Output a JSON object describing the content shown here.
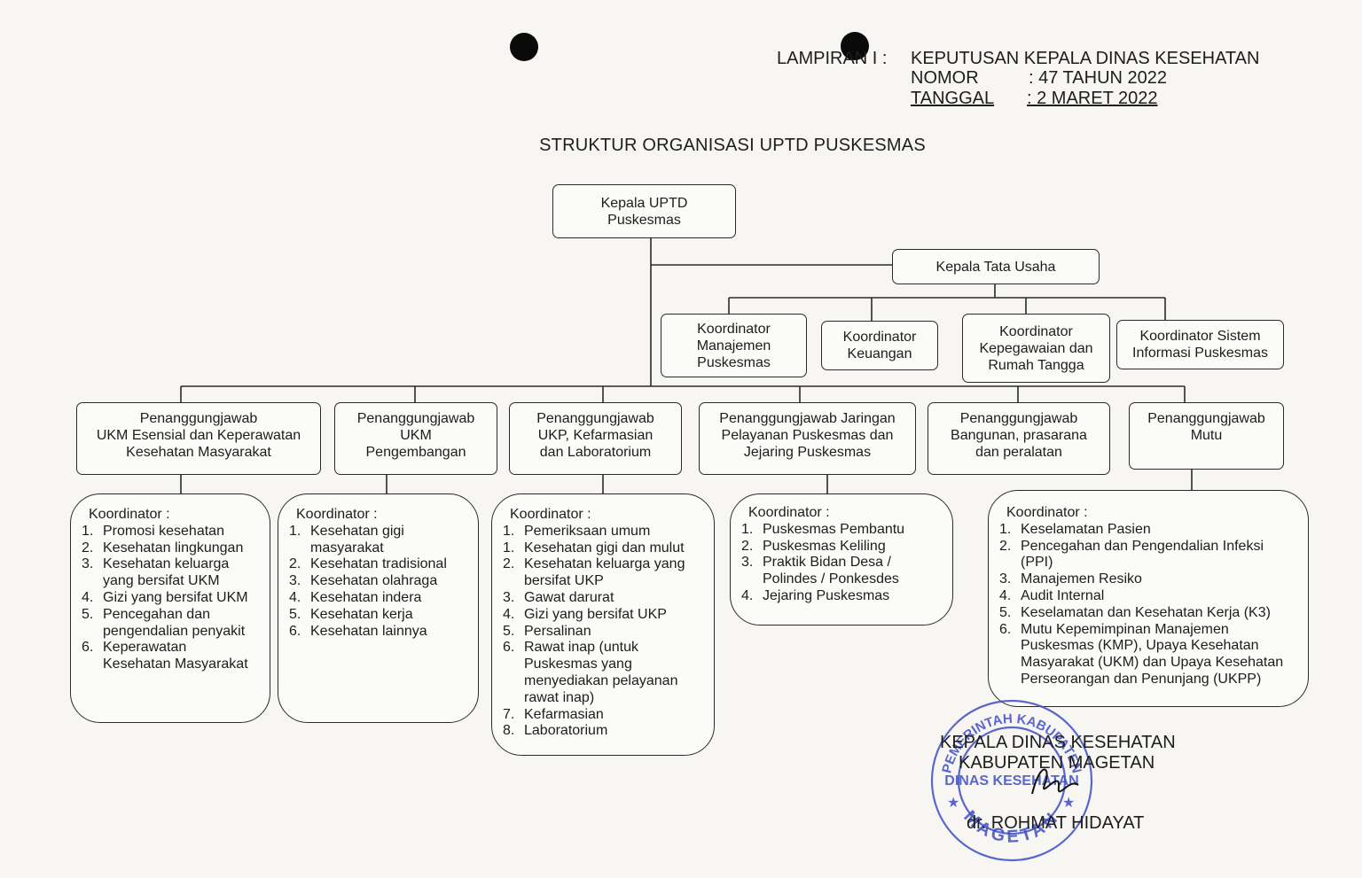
{
  "header": {
    "lampiran_label": "LAMPIRAN I :",
    "lampiran_value": "KEPUTUSAN KEPALA DINAS KESEHATAN",
    "nomor_label": "NOMOR",
    "nomor_value": ": 47 TAHUN 2022",
    "tanggal_label": "TANGGAL",
    "tanggal_value": ": 2  MARET 2022"
  },
  "title": "STRUKTUR ORGANISASI UPTD PUSKESMAS",
  "chart": {
    "head": "Kepala UPTD\nPuskesmas",
    "tata_usaha": "Kepala Tata Usaha",
    "tu_coordinators": [
      "Koordinator\nManajemen\nPuskesmas",
      "Koordinator\nKeuangan",
      "Koordinator\nKepegawaian dan\nRumah Tangga",
      "Koordinator Sistem\nInformasi Puskesmas"
    ],
    "units": [
      {
        "title": "Penanggungjawab\nUKM Esensial dan Keperawatan\nKesehatan Masyarakat",
        "coord_title": "Koordinator :",
        "items": [
          {
            "num": "1.",
            "text": "Promosi kesehatan"
          },
          {
            "num": "2.",
            "text": "Kesehatan lingkungan"
          },
          {
            "num": "3.",
            "text": "Kesehatan keluarga\nyang bersifat UKM"
          },
          {
            "num": "4.",
            "text": "Gizi yang bersifat UKM"
          },
          {
            "num": "5.",
            "text": "Pencegahan dan\npengendalian penyakit"
          },
          {
            "num": "6.",
            "text": "Keperawatan\nKesehatan Masyarakat"
          }
        ]
      },
      {
        "title": "Penanggungjawab\nUKM\nPengembangan",
        "coord_title": "Koordinator :",
        "items": [
          {
            "num": "1.",
            "text": "Kesehatan gigi\nmasyarakat"
          },
          {
            "num": "2.",
            "text": "Kesehatan tradisional"
          },
          {
            "num": "3.",
            "text": "Kesehatan olahraga"
          },
          {
            "num": "4.",
            "text": "Kesehatan indera"
          },
          {
            "num": "5.",
            "text": "Kesehatan kerja"
          },
          {
            "num": "6.",
            "text": "Kesehatan lainnya"
          }
        ]
      },
      {
        "title": "Penanggungjawab\nUKP, Kefarmasian\ndan Laboratorium",
        "coord_title": "Koordinator :",
        "items": [
          {
            "num": "1.",
            "text": "Pemeriksaan umum"
          },
          {
            "num": "1.",
            "text": "Kesehatan gigi dan mulut"
          },
          {
            "num": "2.",
            "text": "Kesehatan keluarga yang\nbersifat UKP"
          },
          {
            "num": "3.",
            "text": "Gawat darurat"
          },
          {
            "num": "4.",
            "text": "Gizi yang bersifat UKP"
          },
          {
            "num": "5.",
            "text": "Persalinan"
          },
          {
            "num": "6.",
            "text": "Rawat inap (untuk\nPuskesmas yang\nmenyediakan pelayanan\nrawat inap)"
          },
          {
            "num": "7.",
            "text": "Kefarmasian"
          },
          {
            "num": "8.",
            "text": "Laboratorium"
          }
        ]
      },
      {
        "title": "Penanggungjawab Jaringan\nPelayanan Puskesmas dan\nJejaring Puskesmas",
        "coord_title": "Koordinator :",
        "items": [
          {
            "num": "1.",
            "text": "Puskesmas Pembantu"
          },
          {
            "num": "2.",
            "text": "Puskesmas Keliling"
          },
          {
            "num": "3.",
            "text": "Praktik Bidan Desa /\nPolindes / Ponkesdes"
          },
          {
            "num": "4.",
            "text": "Jejaring Puskesmas"
          }
        ]
      },
      {
        "title": "Penanggungjawab\nBangunan, prasarana\ndan peralatan"
      },
      {
        "title": "Penanggungjawab\nMutu",
        "coord_title": "Koordinator :",
        "items": [
          {
            "num": "1.",
            "text": "Keselamatan Pasien"
          },
          {
            "num": "2.",
            "text": "Pencegahan dan Pengendalian Infeksi\n(PPI)"
          },
          {
            "num": "3.",
            "text": "Manajemen Resiko"
          },
          {
            "num": "4.",
            "text": "Audit Internal"
          },
          {
            "num": "5.",
            "text": "Keselamatan dan Kesehatan Kerja (K3)"
          },
          {
            "num": "6.",
            "text": "Mutu Kepemimpinan Manajemen\nPuskesmas (KMP), Upaya Kesehatan\nMasyarakat (UKM) dan Upaya Kesehatan\nPerseorangan dan Penunjang (UKPP)"
          }
        ]
      }
    ]
  },
  "signature": {
    "line1": "KEPALA DINAS KESEHATAN",
    "line2": "KABUPATEN MAGETAN",
    "name": "dr. ROHMAT HIDAYAT"
  },
  "stamp": {
    "arc_top": "PEMERINTAH KABUPATEN",
    "center": "DINAS KESEHATAN",
    "arc_bottom": "MAGETAN",
    "color": "#3f4fc4"
  }
}
